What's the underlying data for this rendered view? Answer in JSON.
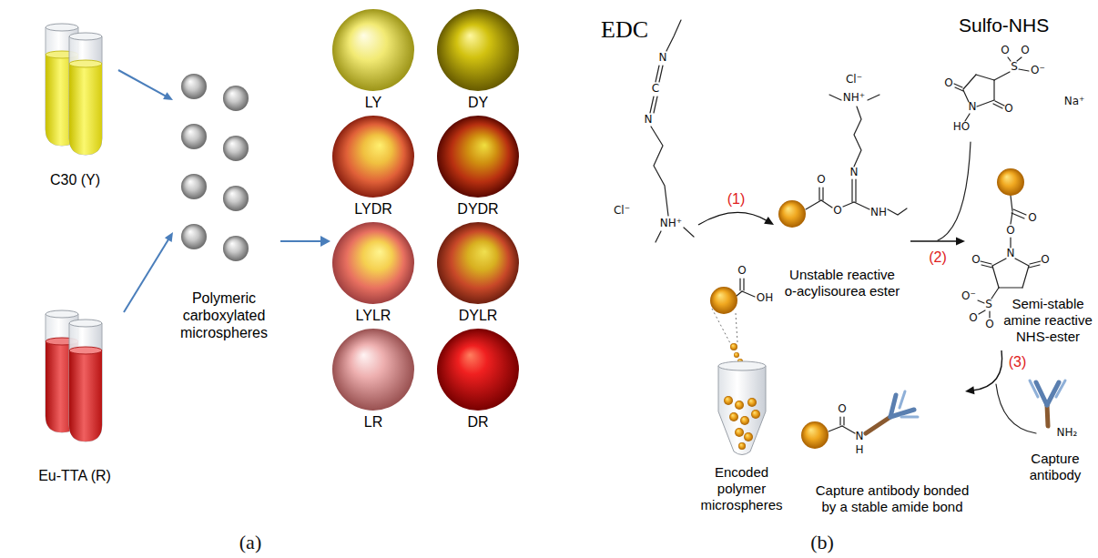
{
  "diagram": {
    "nodes": [
      {
        "text": [
          "C30 (Y)"
        ]
      },
      {
        "text": [
          "Eu-TTA (R)"
        ]
      },
      {
        "text": [
          "Polymeric carboxylated microspheres"
        ]
      },
      {
        "text": [
          "LY"
        ]
      },
      {
        "text": [
          "DY"
        ]
      },
      {
        "text": [
          "LYDR"
        ]
      },
      {
        "text": [
          "DYDR"
        ]
      },
      {
        "text": [
          "LYLR"
        ]
      },
      {
        "text": [
          "DYLR"
        ]
      },
      {
        "text": [
          "LR"
        ]
      },
      {
        "text": [
          "DR"
        ]
      },
      {
        "text": [
          "EDC"
        ]
      },
      {
        "text": [
          "Unstable reactive o-acylisourea ester"
        ]
      },
      {
        "text": [
          "Sulfo-NHS"
        ]
      },
      {
        "text": [
          "Semi-stable amine reactive NHS-ester"
        ]
      },
      {
        "text": [
          "Capture antibody"
        ]
      },
      {
        "text": [
          "Capture antibody bonded by a stable amide bond"
        ]
      },
      {
        "text": [
          "Encoded polymer microspheres"
        ]
      }
    ],
    "edges": [
      {
        "from": 0,
        "to": 2,
        "arrow": "to"
      },
      {
        "from": 1,
        "to": 2,
        "arrow": "to"
      },
      {
        "from": 11,
        "to": 12,
        "label": "(1)",
        "arrow": "to"
      },
      {
        "from": 12,
        "to": 14,
        "label": "(2)",
        "arrow": "to"
      },
      {
        "from": 14,
        "to": 16,
        "label": "(3)",
        "arrow": "to"
      }
    ],
    "labels": [
      "(a)",
      "(b)",
      "N",
      "C",
      "N",
      "Cl⁻",
      "NH⁺",
      "O",
      "OH",
      "Cl⁻",
      "NH⁺",
      "O",
      "O",
      "N",
      "NH",
      "O",
      "O",
      "HO",
      "N",
      "S",
      "O",
      "O",
      "O⁻",
      "Na⁺",
      "O",
      "O",
      "N",
      "O",
      "O",
      "S",
      "O⁻",
      "O",
      "O",
      "NH₂",
      "O",
      "N",
      "H"
    ]
  }
}
